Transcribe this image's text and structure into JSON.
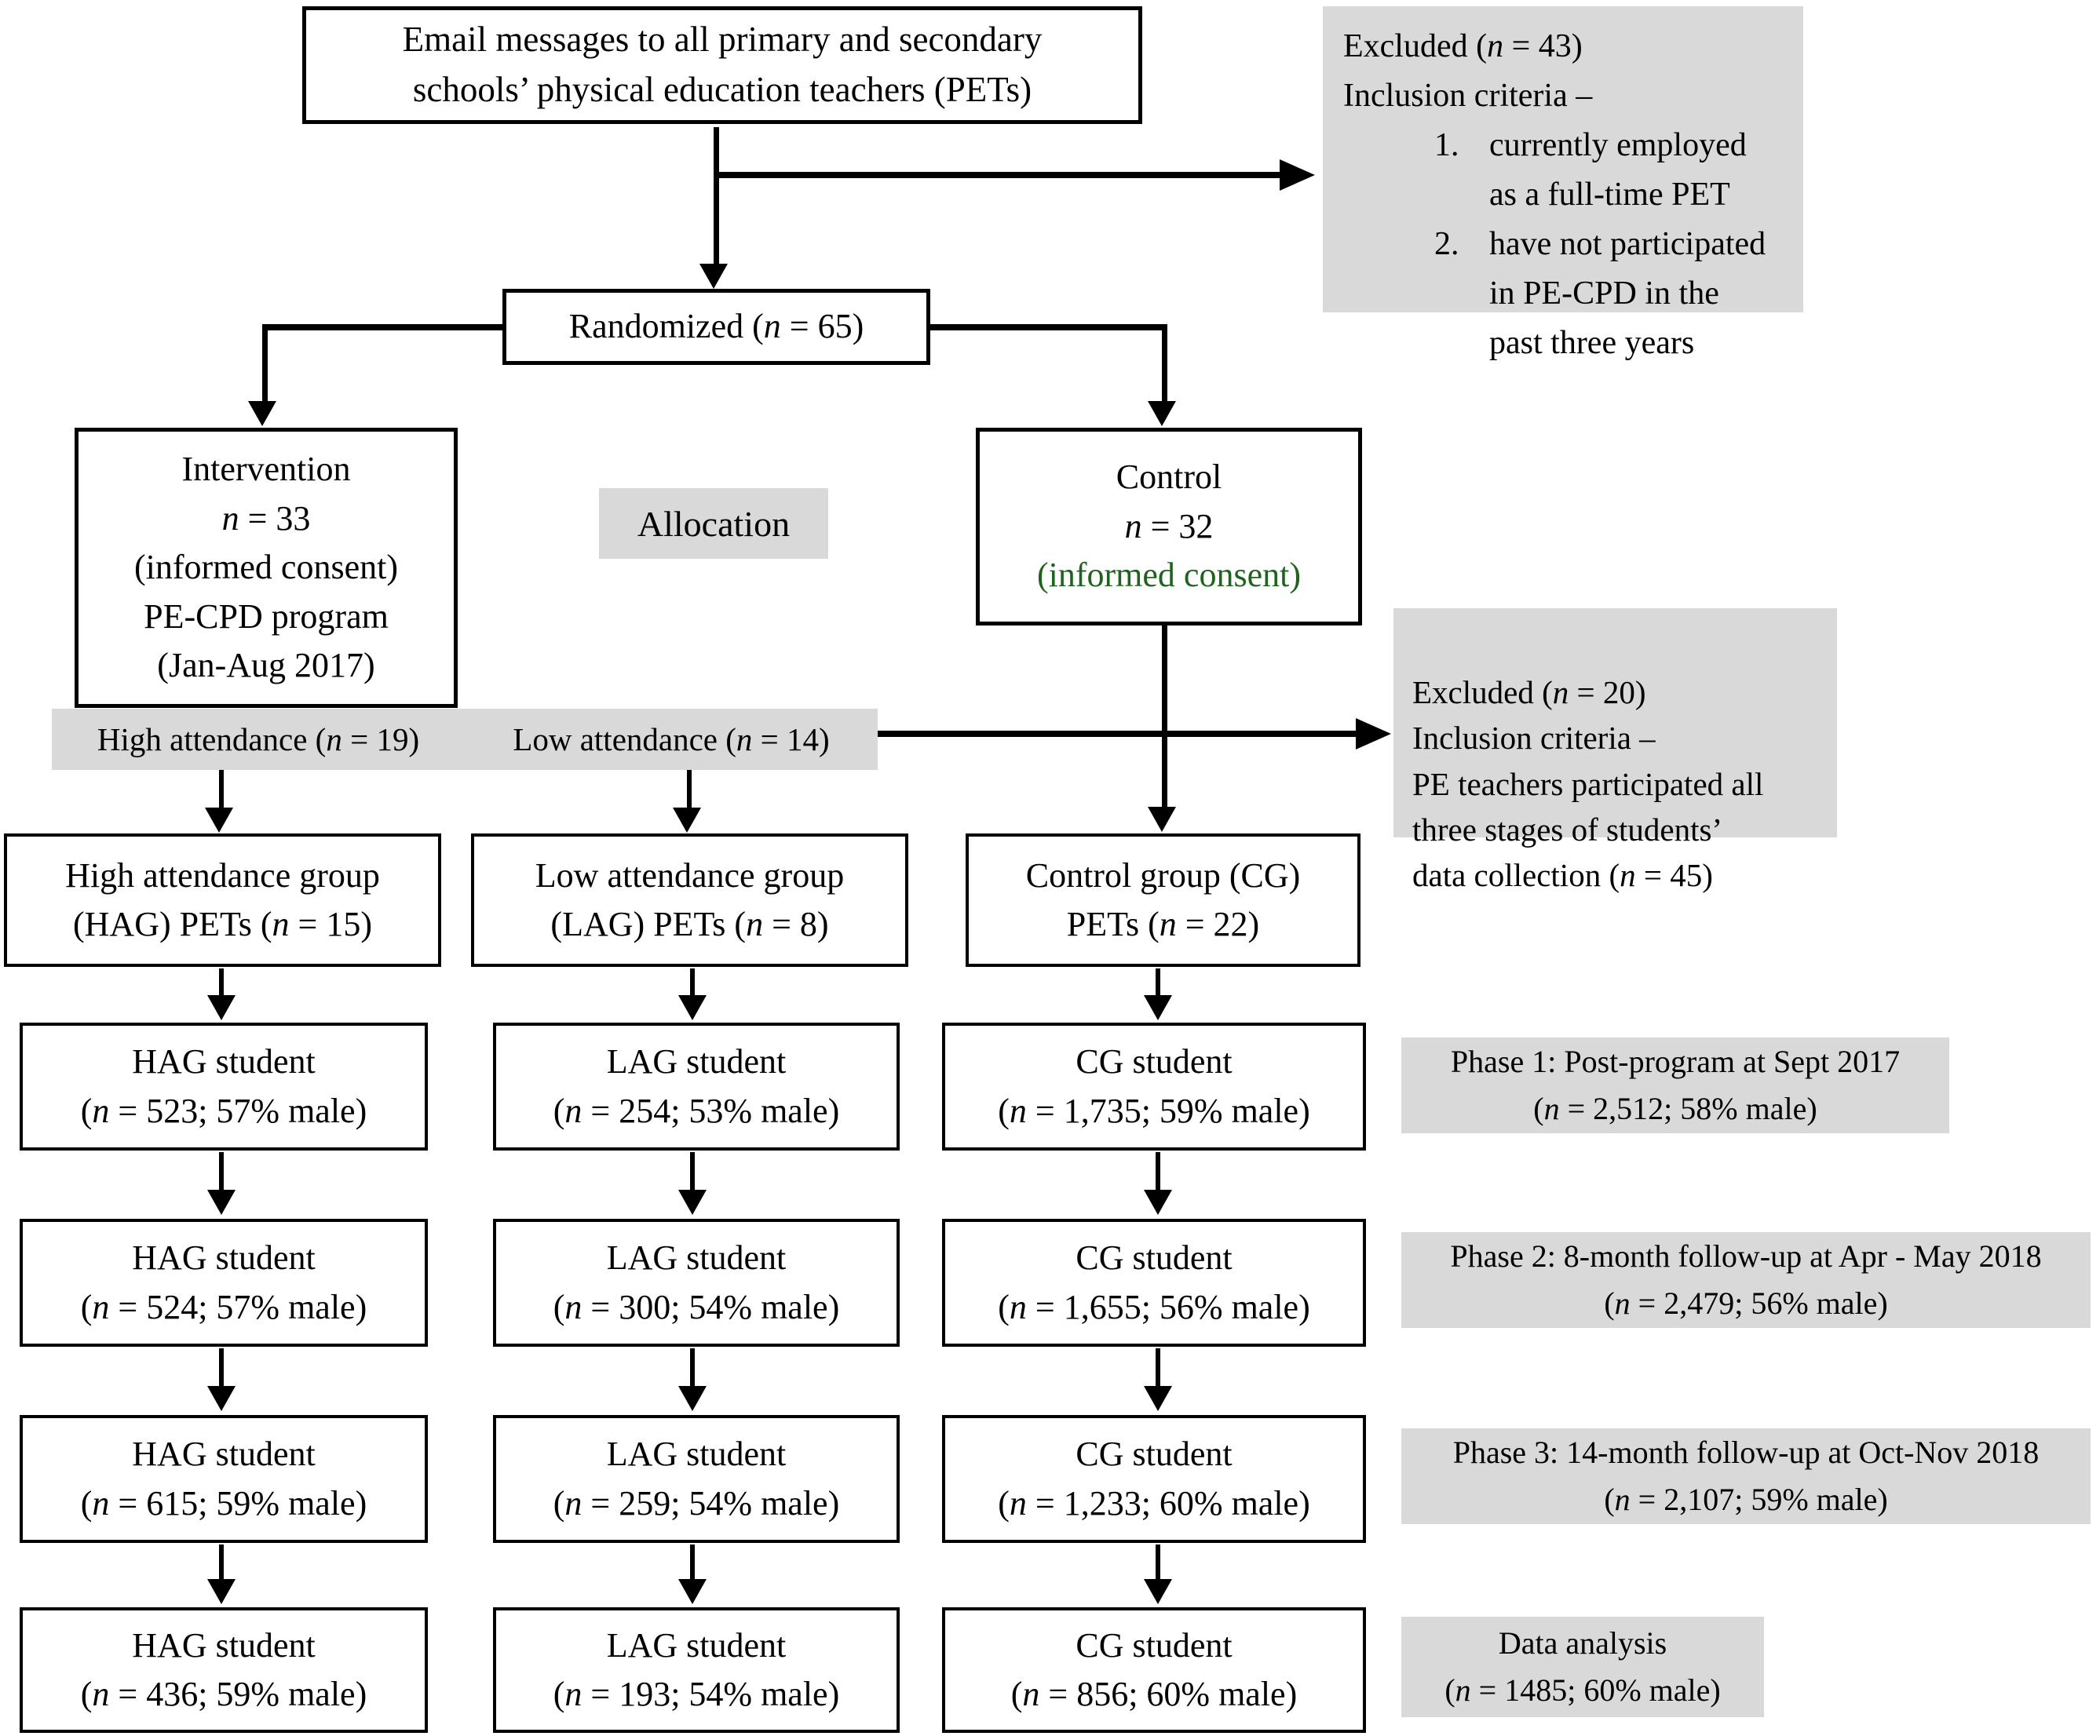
{
  "colors": {
    "box_gray": "#d9d9d9",
    "consent_green": "#1f631f",
    "line_black": "#000000"
  },
  "flow": {
    "email": "Email messages to all primary and secondary\nschools’ physical education teachers (PETs)",
    "excluded1": {
      "line1": "Excluded (n = 43)",
      "line2": "Inclusion criteria –",
      "items": [
        "currently employed\nas a full-time PET",
        "have not participated\nin PE-CPD in the\npast three years"
      ]
    },
    "randomized": "Randomized (n = 65)",
    "intervention": "Intervention\nn = 33\n(informed consent)\nPE-CPD program\n(Jan-Aug 2017)",
    "allocation": "Allocation",
    "control": {
      "top": "Control\nn = 32",
      "consent": "(informed consent)"
    },
    "attendance": {
      "high": "High attendance (n = 19)",
      "low": "Low attendance (n = 14)"
    },
    "excluded2": "Excluded (n = 20)\nInclusion criteria –\nPE teachers participated all\nthree stages of students’\ndata collection (n = 45)",
    "groups": {
      "hag": "High attendance group\n(HAG) PETs (n = 15)",
      "lag": "Low attendance group\n(LAG) PETs (n = 8)",
      "cg": "Control group (CG)\nPETs (n = 22)"
    },
    "students": {
      "row1": {
        "hag": "HAG student\n(n = 523; 57% male)",
        "lag": "LAG student\n(n = 254; 53% male)",
        "cg": "CG student\n(n = 1,735; 59% male)"
      },
      "row2": {
        "hag": "HAG student\n(n = 524; 57% male)",
        "lag": "LAG student\n(n = 300; 54% male)",
        "cg": "CG student\n(n = 1,655; 56% male)"
      },
      "row3": {
        "hag": "HAG student\n(n = 615; 59% male)",
        "lag": "LAG student\n(n = 259; 54% male)",
        "cg": "CG student\n(n = 1,233; 60% male)"
      },
      "row4": {
        "hag": "HAG student\n(n = 436; 59% male)",
        "lag": "LAG student\n(n = 193; 54% male)",
        "cg": "CG student\n(n = 856; 60% male)"
      }
    },
    "phases": {
      "p1": "Phase 1: Post-program at Sept 2017\n(n = 2,512; 58% male)",
      "p2": "Phase 2: 8-month follow-up at Apr - May 2018\n(n = 2,479; 56% male)",
      "p3": "Phase 3: 14-month follow-up at Oct-Nov 2018\n(n = 2,107; 59% male)",
      "analysis": "Data analysis\n(n = 1485; 60% male)"
    }
  }
}
